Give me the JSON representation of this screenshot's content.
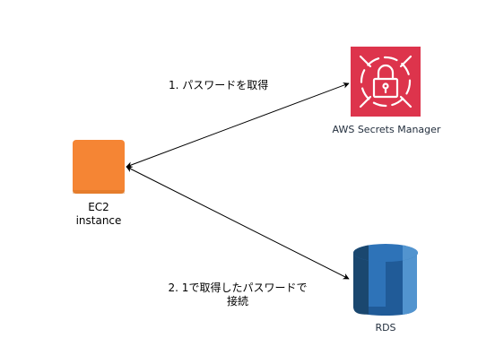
{
  "nodes": {
    "ec2": {
      "line1": "EC2",
      "line2": "instance",
      "color": "#f58534"
    },
    "secrets_manager": {
      "label": "AWS Secrets Manager",
      "color": "#dd344c"
    },
    "rds": {
      "label": "RDS",
      "colors": [
        "#1a476f",
        "#2e73b8",
        "#5294cf",
        "#205b98"
      ]
    }
  },
  "edges": [
    {
      "from": "ec2",
      "to": "secrets_manager",
      "label": "1. パスワードを取得",
      "arrows": "both"
    },
    {
      "from": "ec2",
      "to": "rds",
      "label_line1": "2. 1で取得したパスワードで",
      "label_line2": "接続",
      "arrows": "both"
    }
  ]
}
